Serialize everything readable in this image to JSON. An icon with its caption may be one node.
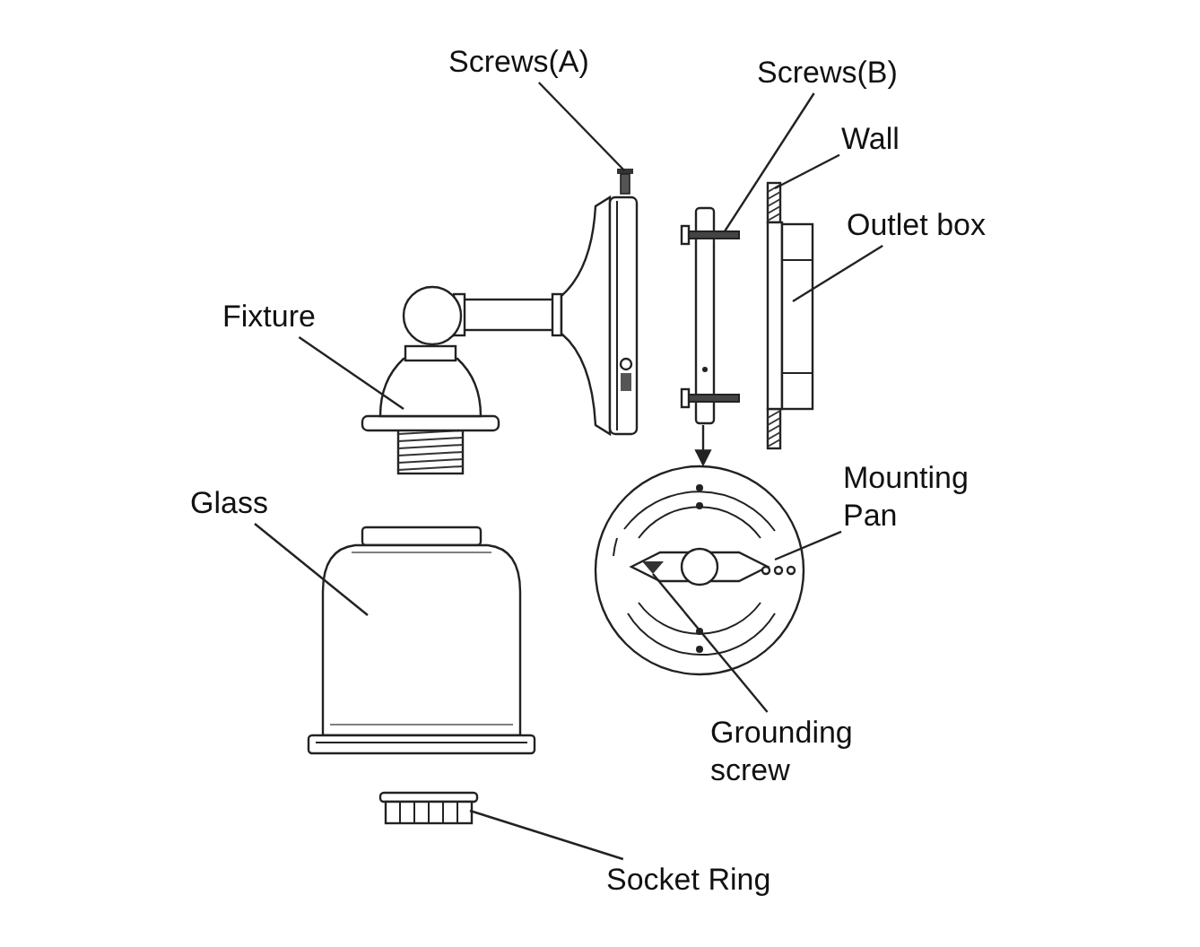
{
  "diagram": {
    "nodes": [
      {
        "text": [
          "Screws(A)"
        ]
      },
      {
        "text": [
          "Screws(B)"
        ]
      },
      {
        "text": [
          "Wall"
        ]
      },
      {
        "text": [
          "Outlet box"
        ]
      },
      {
        "text": [
          "Fixture"
        ]
      },
      {
        "text": [
          "Glass"
        ]
      },
      {
        "text": [
          "Mounting Pan"
        ]
      },
      {
        "text": [
          "Grounding screw"
        ]
      },
      {
        "text": [
          "Socket Ring"
        ]
      },
      {
        "text": [],
        "shape": "picture"
      },
      {
        "text": [],
        "shape": "picture"
      },
      {
        "text": [],
        "shape": "picture"
      },
      {
        "text": [],
        "shape": "picture"
      },
      {
        "text": [],
        "shape": "picture"
      },
      {
        "text": [],
        "shape": "picture"
      },
      {
        "text": [],
        "shape": "picture"
      },
      {
        "text": [],
        "shape": "picture",
        "in": 15
      },
      {
        "text": [],
        "shape": "picture"
      }
    ],
    "edges": [
      {
        "from": 0,
        "to": 9,
        "arrow": "none"
      },
      {
        "from": 1,
        "to": 10,
        "arrow": "none"
      },
      {
        "from": 2,
        "to": 11,
        "arrow": "none"
      },
      {
        "from": 3,
        "to": 12,
        "arrow": "none"
      },
      {
        "from": 4,
        "to": 13,
        "arrow": "none"
      },
      {
        "from": 5,
        "to": 14,
        "arrow": "none"
      },
      {
        "from": 6,
        "to": 15,
        "arrow": "none"
      },
      {
        "from": 7,
        "to": 16,
        "arrow": "none"
      },
      {
        "from": 8,
        "to": 17,
        "arrow": "none"
      },
      {
        "from": 10,
        "to": 15,
        "arrow": "to"
      }
    ]
  }
}
